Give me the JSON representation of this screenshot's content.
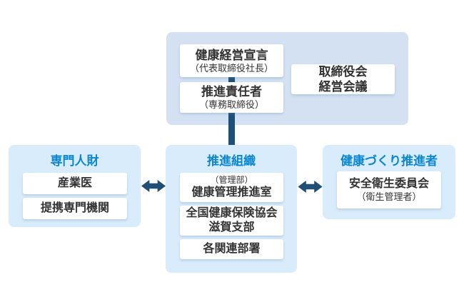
{
  "colors": {
    "top_panel_bg": "#d3e1f3",
    "side_panel_bg": "#d8ecfb",
    "title_blue": "#0b86d1",
    "connector_navy": "#1f4f74",
    "box_bg": "#ffffff",
    "text": "#333333"
  },
  "top_panel": {
    "declaration": {
      "main": "健康経営宣言",
      "sub": "（代表取締役社長）"
    },
    "leader": {
      "main": "推進責任者",
      "sub": "（専務取締役）"
    },
    "board": {
      "line1": "取締役会",
      "line2": "経営会議"
    }
  },
  "left_panel": {
    "title": "専門人財",
    "items": [
      "産業医",
      "提携専門機関"
    ]
  },
  "center_panel": {
    "title": "推進組織",
    "management": {
      "sub": "（管理部）",
      "main": "健康管理推進室"
    },
    "association": {
      "line1": "全国健康保険協会",
      "line2": "滋賀支部"
    },
    "departments": "各関連部署"
  },
  "right_panel": {
    "title": "健康づくり推進者",
    "committee": {
      "main": "安全衛生委員会",
      "sub": "（衛生管理者）"
    }
  }
}
